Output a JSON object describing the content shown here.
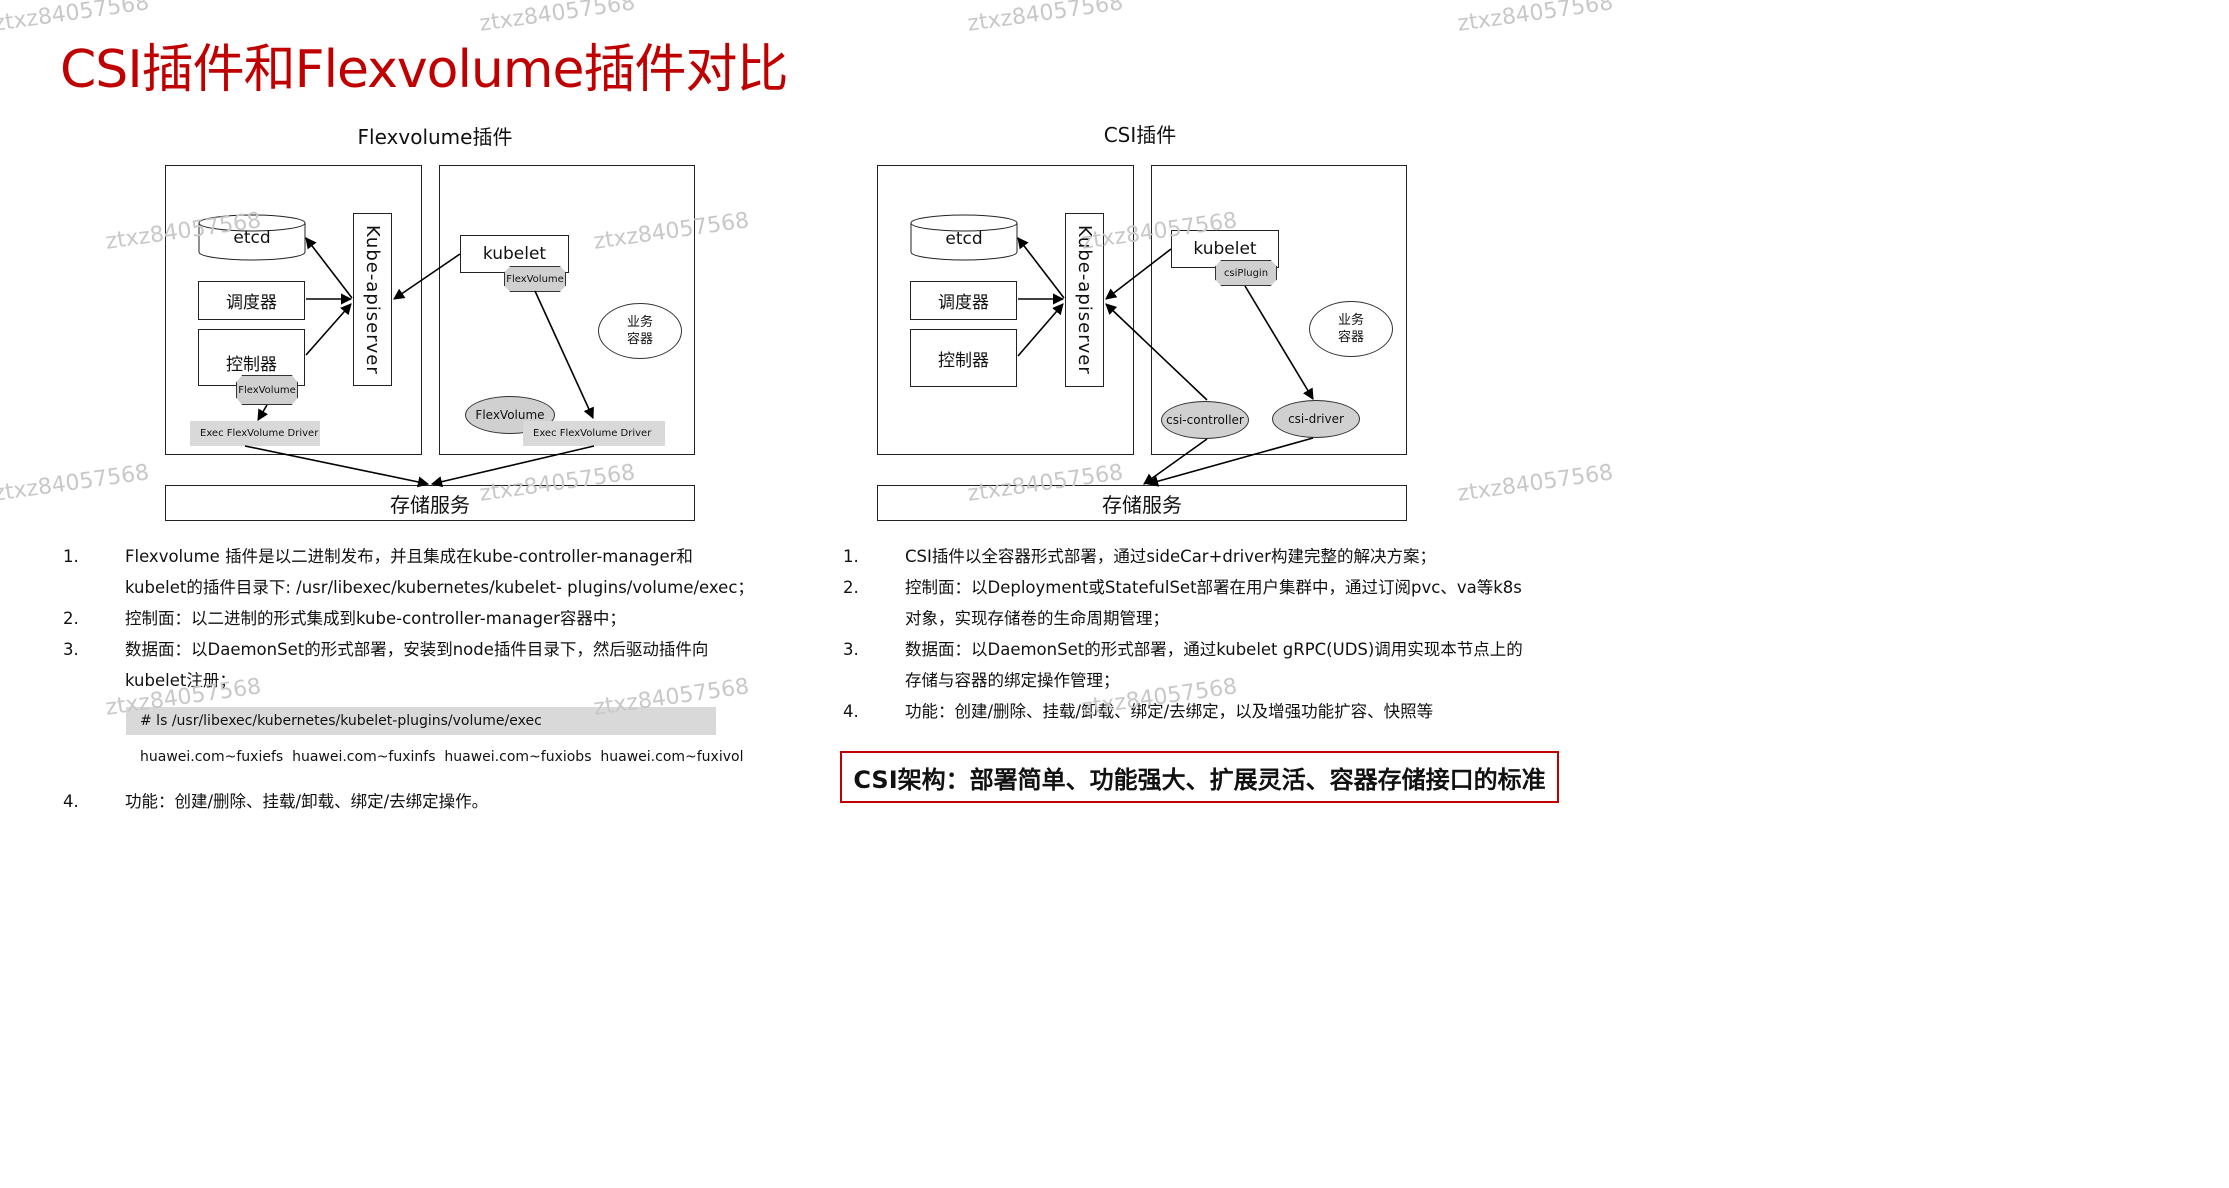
{
  "title": "CSI插件和Flexvolume插件对比",
  "colors": {
    "title": "#c00000",
    "banner_border": "#c00000",
    "gray_fill": "#d9d9d9",
    "ellipse_fill": "#d0d0d0"
  },
  "watermark": "ztxz84057568",
  "flex": {
    "section_title": "Flexvolume插件",
    "etcd": "etcd",
    "scheduler": "调度器",
    "controller": "控制器",
    "apiserver": "Kube-apiserver",
    "flexvolume_tag": "FlexVolume",
    "exec_driver_left": "Exec FlexVolume Driver",
    "kubelet": "kubelet",
    "kubelet_tag": "FlexVolume",
    "business_container": [
      "业务",
      "容器"
    ],
    "flexvolume_ellipse": "FlexVolume",
    "exec_driver_right": "Exec FlexVolume Driver",
    "storage": "存储服务"
  },
  "csi": {
    "section_title": "CSI插件",
    "etcd": "etcd",
    "scheduler": "调度器",
    "controller": "控制器",
    "apiserver": "Kube-apiserver",
    "kubelet": "kubelet",
    "kubelet_tag": "csiPlugin",
    "business_container": [
      "业务",
      "容器"
    ],
    "csi_controller": "csi-controller",
    "csi_driver": "csi-driver",
    "storage": "存储服务"
  },
  "flex_list": [
    {
      "num": "1.",
      "lines": [
        "Flexvolume 插件是以二进制发布，并且集成在kube-controller-manager和",
        "kubelet的插件目录下: /usr/libexec/kubernetes/kubelet- plugins/volume/exec；"
      ]
    },
    {
      "num": "2.",
      "lines": [
        "控制面：以二进制的形式集成到kube-controller-manager容器中；"
      ]
    },
    {
      "num": "3.",
      "lines": [
        "数据面：以DaemonSet的形式部署，安装到node插件目录下，然后驱动插件向",
        "kubelet注册；"
      ]
    }
  ],
  "command": "# ls /usr/libexec/kubernetes/kubelet-plugins/volume/exec",
  "command_output": "huawei.com~fuxiefs  huawei.com~fuxinfs  huawei.com~fuxiobs  huawei.com~fuxivol",
  "flex_item4": {
    "num": "4.",
    "text": "功能：创建/删除、挂载/卸载、绑定/去绑定操作。"
  },
  "csi_list": [
    {
      "num": "1.",
      "lines": [
        "CSI插件以全容器形式部署，通过sideCar+driver构建完整的解决方案；"
      ]
    },
    {
      "num": "2.",
      "lines": [
        "控制面：以Deployment或StatefulSet部署在用户集群中，通过订阅pvc、va等k8s",
        "对象，实现存储卷的生命周期管理；"
      ]
    },
    {
      "num": "3.",
      "lines": [
        "数据面：以DaemonSet的形式部署，通过kubelet gRPC(UDS)调用实现本节点上的",
        "存储与容器的绑定操作管理；"
      ]
    },
    {
      "num": "4.",
      "lines": [
        "功能：创建/删除、挂载/卸载、绑定/去绑定，以及增强功能扩容、快照等"
      ]
    }
  ],
  "banner": "CSI架构：部署简单、功能强大、扩展灵活、容器存储接口的标准"
}
